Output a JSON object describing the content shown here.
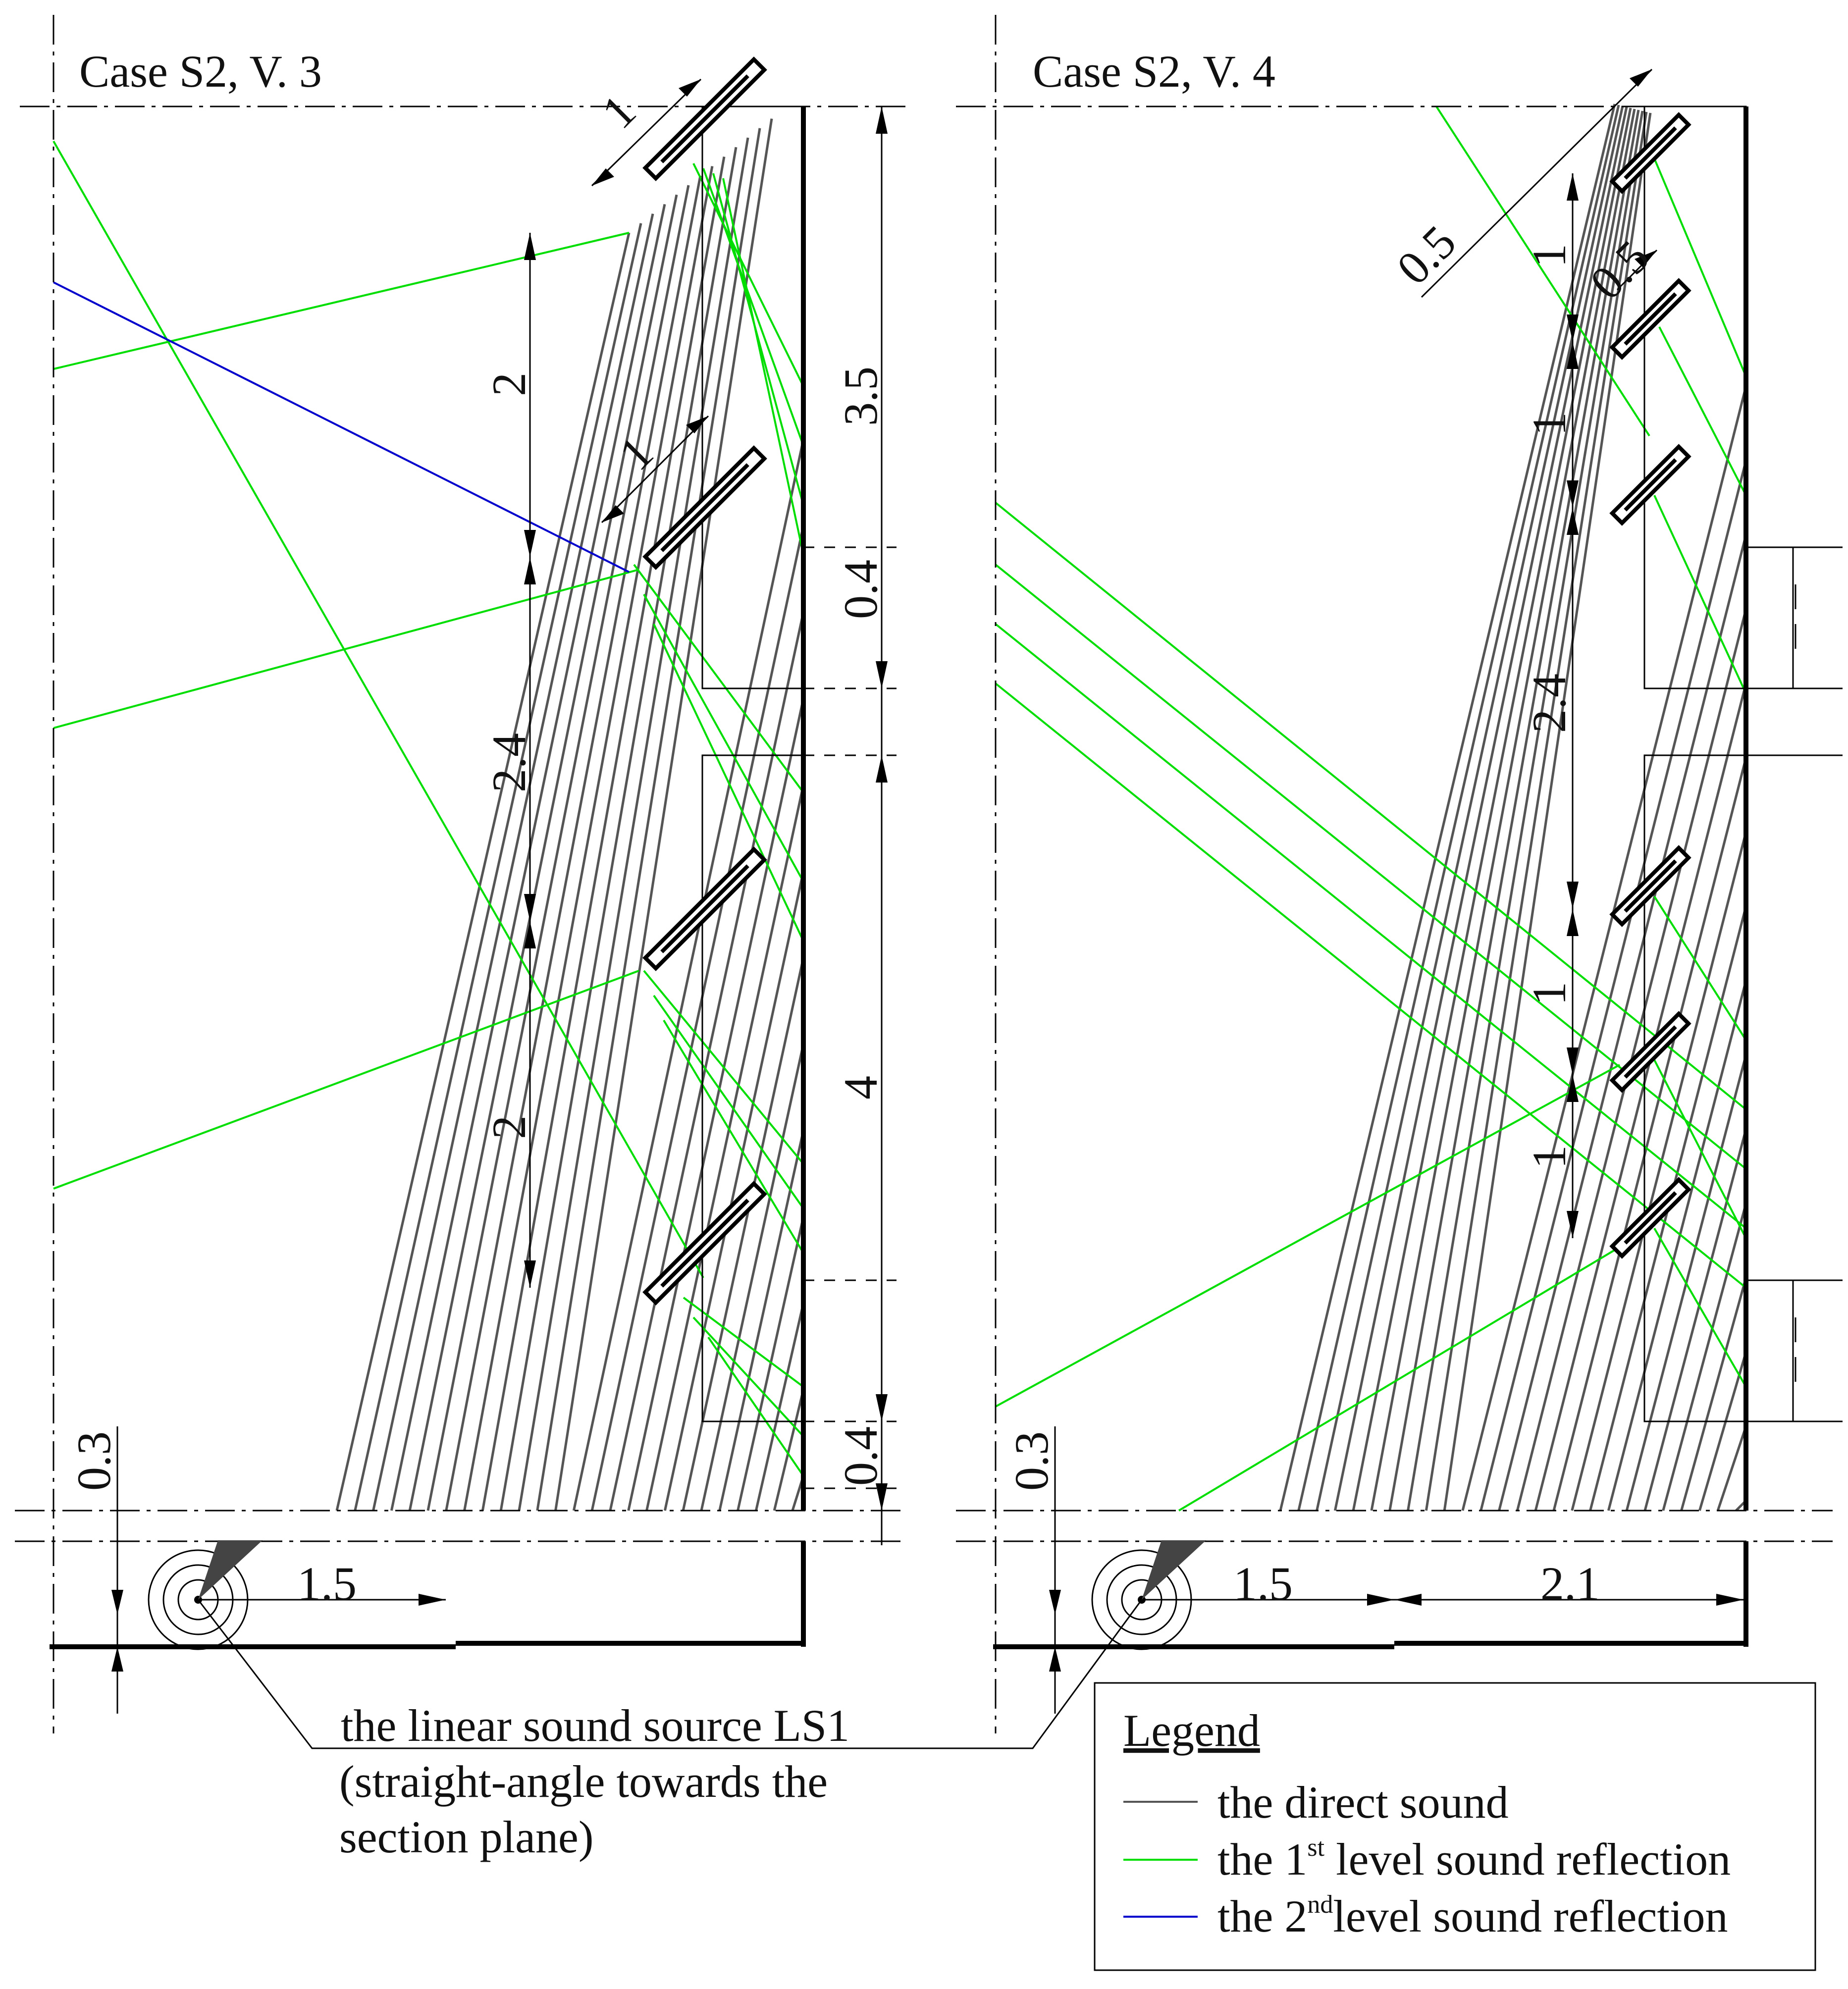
{
  "panels": [
    {
      "title": "Case S2, V. 3",
      "dims": {
        "d1a": "1",
        "d2a": "2",
        "d1b": "1",
        "d24": "2.4",
        "d2b": "2",
        "d35": "3.5",
        "d04a": "0.4",
        "d4": "4",
        "d04b": "0.4",
        "d03": "0.3",
        "d15": "1.5"
      }
    },
    {
      "title": "Case S2, V. 4",
      "dims": {
        "d05a": "0.5",
        "d1a": "1",
        "d05b": "0.5",
        "d1b": "1",
        "d24": "2.4",
        "d1c": "1",
        "d1d": "1",
        "d03": "0.3",
        "d15": "1.5",
        "d21": "2.1"
      }
    }
  ],
  "source_label": {
    "line1": "the linear sound source LS1",
    "line2": "(straight-angle towards the",
    "line3": "section plane)"
  },
  "legend": {
    "title": "Legend",
    "items": [
      {
        "pre": "the direct sound",
        "sup": "",
        "post": "",
        "color": "#555555"
      },
      {
        "pre": "the 1",
        "sup": "st",
        "post": " level sound reflection",
        "color": "#00dd00"
      },
      {
        "pre": "the 2",
        "sup": "nd",
        "post": "level sound reflection",
        "color": "#0000cc"
      }
    ]
  },
  "colors": {
    "direct": "#555555",
    "reflection1": "#00dd00",
    "reflection2": "#0000cc"
  }
}
